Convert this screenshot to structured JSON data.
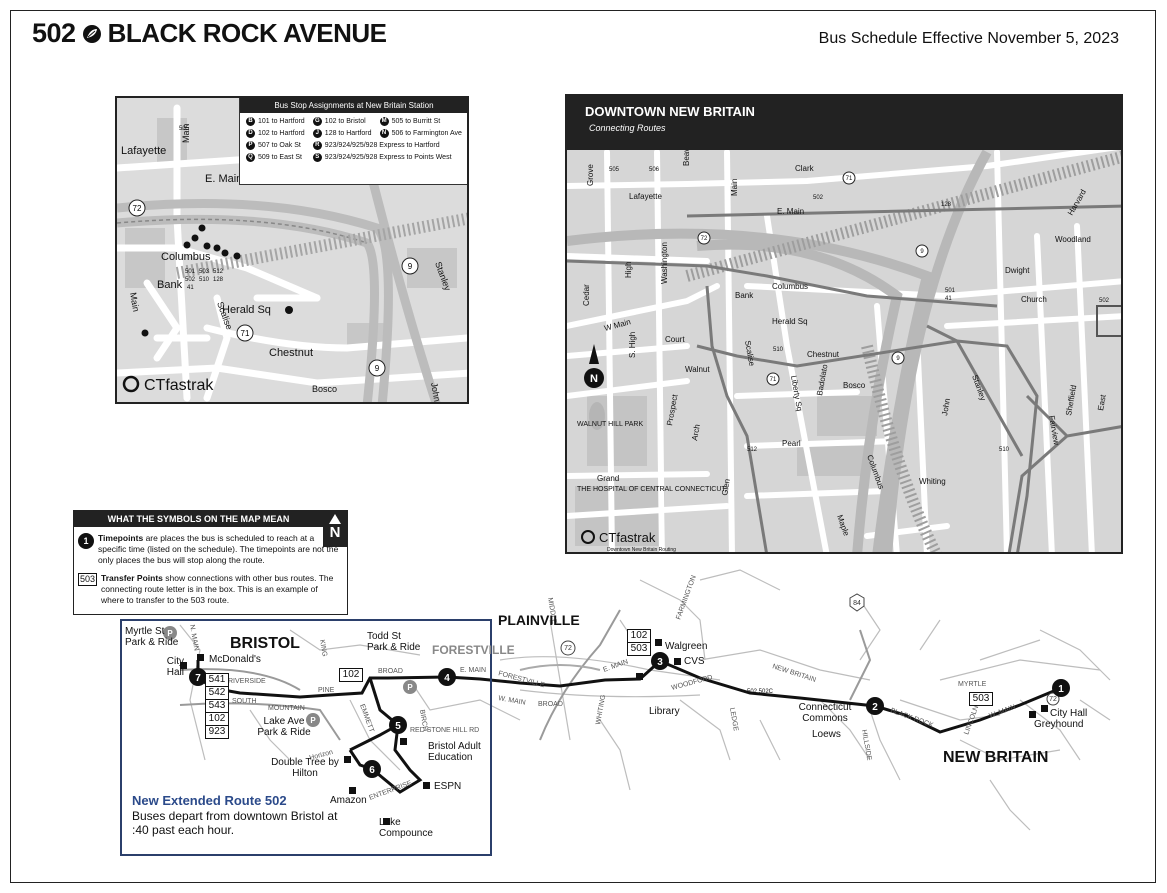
{
  "header": {
    "route_number": "502",
    "route_name": "BLACK ROCK AVENUE",
    "effective": "Bus Schedule Effective November 5, 2023"
  },
  "station_inset": {
    "assignments_title": "Bus Stop Assignments at New Britain Station",
    "assignments": [
      {
        "letter": "B",
        "text": "101 to Hartford"
      },
      {
        "letter": "G",
        "text": "102 to Bristol"
      },
      {
        "letter": "M",
        "text": "505 to Burritt St"
      },
      {
        "letter": "D",
        "text": "102 to Hartford"
      },
      {
        "letter": "J",
        "text": "128 to Hartford"
      },
      {
        "letter": "N",
        "text": "506 to Farmington Ave"
      },
      {
        "letter": "P",
        "text": "507 to Oak St"
      },
      {
        "letter": "R",
        "text": "923/924/925/928 Express to Hartford"
      },
      {
        "letter": "Q",
        "text": "509 to East St"
      },
      {
        "letter": "S",
        "text": "923/924/925/928 Express to Points West"
      }
    ],
    "streets": [
      "Lafayette",
      "Main",
      "E. Main",
      "Columbus",
      "Bank",
      "Scalise",
      "Herald Sq",
      "Chestnut",
      "Bosco",
      "Stanley",
      "John",
      "Main"
    ],
    "route_shields": [
      "72",
      "9",
      "71",
      "9"
    ],
    "small_labels": [
      "505",
      "501",
      "502",
      "503",
      "512",
      "41",
      "510",
      "128"
    ],
    "brand": "CTfastrak"
  },
  "downtown_inset": {
    "title": "DOWNTOWN NEW BRITAIN",
    "subtitle": "Connecting Routes",
    "streets": [
      "Beaver",
      "Clark",
      "Grove",
      "Lafayette",
      "Main",
      "E. Main",
      "Harvard",
      "Woodland",
      "Washington",
      "Columbus",
      "Dwight",
      "Church",
      "Cedar",
      "W Main",
      "Bank",
      "Scalise",
      "Herald Sq",
      "Chestnut",
      "S. High",
      "Court",
      "Walnut",
      "Bosco",
      "Liberty Sq",
      "Badolato",
      "Fairview",
      "Sheffield",
      "East",
      "Stanley",
      "John",
      "Prospect",
      "Arch",
      "Pearl",
      "Columbus",
      "Maple",
      "Whiting",
      "Grand",
      "Glen",
      "High"
    ],
    "places": [
      "WALNUT HILL PARK",
      "THE HOSPITAL OF CENTRAL CONNECTICUT"
    ],
    "route_boxes": [
      "505",
      "506",
      "502",
      "501",
      "41",
      "502",
      "512",
      "510",
      "510",
      "128"
    ],
    "route_shields": [
      "72",
      "71",
      "9",
      "9",
      "71"
    ],
    "north": "N",
    "brand": "CTfastrak",
    "brand_sub": "Downtown New Britain Routing"
  },
  "legend": {
    "title": "WHAT THE SYMBOLS ON THE MAP MEAN",
    "north": "N",
    "timepoint_symbol": "1",
    "timepoint_bold": "Timepoints",
    "timepoint_text": "are places the bus is scheduled to reach at a specific time (listed on the schedule). The timepoints are not the only places the bus will stop along the route.",
    "transfer_symbol": "503",
    "transfer_bold": "Transfer Points",
    "transfer_text": "show connections with other bus routes. The connecting route letter is in the box. This is an example of where to transfer to the 503 route."
  },
  "route_map": {
    "towns": {
      "bristol": "BRISTOL",
      "plainville": "PLAINVILLE",
      "forestville": "FORESTVILLE",
      "new_britain": "NEW BRITAIN"
    },
    "extension": {
      "title": "New Extended Route 502",
      "desc": "Buses depart from downtown Bristol at :40 past each hour."
    },
    "timepoints": [
      "1",
      "2",
      "3",
      "4",
      "5",
      "6",
      "7"
    ],
    "places": {
      "myrtle": "Myrtle St Park & Ride",
      "mcdonalds": "McDonald's",
      "city_hall_bristol": "City Hall",
      "lake_ave": "Lake Ave Park & Ride",
      "doubletree": "Double Tree by Hilton",
      "amazon": "Amazon",
      "lake_compounce": "Lake Compounce",
      "espn": "ESPN",
      "bristol_adult": "Bristol Adult Education",
      "todd_st": "Todd St Park & Ride",
      "walgreen": "Walgreen",
      "cvs": "CVS",
      "library": "Library",
      "connecticut_commons": "Connecticut Commons",
      "loews": "Loews",
      "city_hall_nb": "City Hall",
      "greyhound": "Greyhound"
    },
    "transfer_boxes_bristol": [
      "541",
      "542",
      "543",
      "102",
      "923"
    ],
    "transfer_boxes_plainville": [
      "102",
      "503"
    ],
    "transfer_box_nb": "503",
    "transfer_box_102": "102",
    "ledge_routes": "502\n502C",
    "streets": [
      "N. MAIN",
      "RIVERSIDE",
      "SOUTH",
      "MOUNTAIN",
      "PINE",
      "BROAD",
      "EMMETT",
      "RED STONE HILL RD",
      "Horizon",
      "ENTERPRISE",
      "E. MAIN",
      "FORESTVILLE",
      "W. MAIN",
      "BROAD",
      "WHITING",
      "E. MAIN",
      "WOODFORD",
      "NEW BRITAIN",
      "LEDGE",
      "BLACK ROCK",
      "MYRTLE",
      "LINCOLN",
      "W. MAIN",
      "FARMINGTON",
      "HILLSIDE",
      "KING",
      "BIRCH",
      "MIDDLE"
    ],
    "shields": [
      "72",
      "84",
      "72"
    ]
  }
}
